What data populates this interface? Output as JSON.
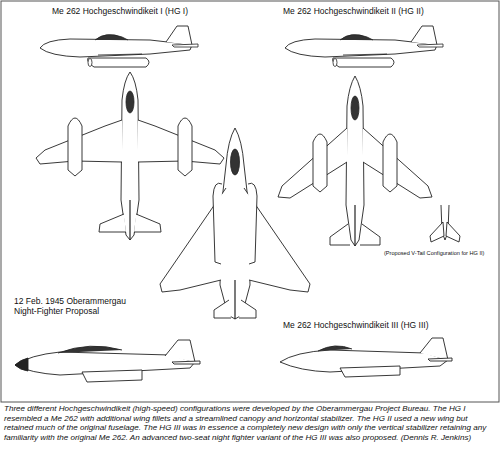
{
  "diagram": {
    "caption": "Three different Hochgeschwindikeit (high-speed) configurations were developed by the Oberammergau Project Bureau. The HG I resembled a Me 262 with additional wing fillets and a streamlined canopy and horizontal stabilizer. The HG II used a new wing but retained much of the original fuselage. The HG III was in essence a completely new design with only the vertical stabilizer retaining any familiarity with the original Me 262. An advanced two-seat night fighter variant of the HG III was also proposed. (Dennis R. Jenkins)",
    "labels": [
      "Me 262 Hochgeschwindikeit I (HG I)",
      "Me 262 Hochgeschwindikeit II (HG II)",
      "(Proposed V-Tail Configuration for HG II)",
      "12 Feb. 1945 Oberammergau Night-Fighter Proposal",
      "Me 262 Hochgeschwindikeit III (HG III)"
    ]
  }
}
